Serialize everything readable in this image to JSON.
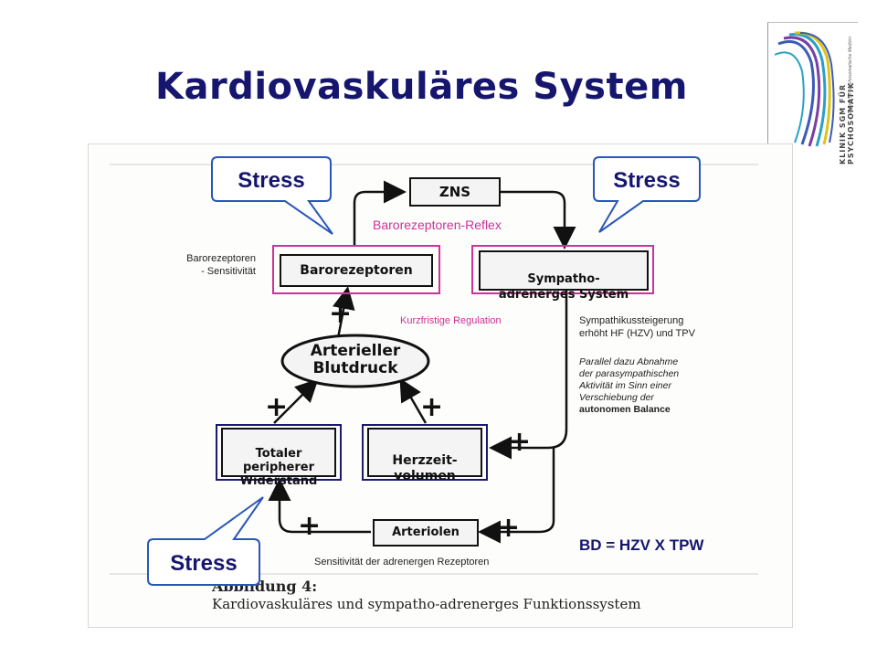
{
  "slide": {
    "title": "Kardiovaskuläres System",
    "logo": {
      "text": "KLINIK SGM FÜR PSYCHOSOMATIK",
      "subtext": "Zeitung für psychosomatische Medizin"
    }
  },
  "diagram": {
    "nodes": {
      "zns": "ZNS",
      "baro": "Barorezeptoren",
      "symp": "Sympatho-\nadrenerges System",
      "blood": "Arterieller\nBlutdruck",
      "tpw": "Totaler\nperipherer\nWiderstand",
      "hzv": "Herzzeit-\nvolumen",
      "arteriolen": "Arteriolen"
    },
    "labels": {
      "reflex": "Barorezeptoren-Reflex",
      "baro_sens": "Barorezeptoren\n- Sensitivität",
      "kurz": "Kurzfristige Regulation",
      "symp_text": "Sympathikussteigerung\nerhöht HF (HZV) und TPV",
      "parallel": "Parallel dazu Abnahme\nder parasympathischen\nAktivität im Sinn einer\nVerschiebung der",
      "parallel_bold": "autonomen Balance",
      "sens_adr": "Sensitivität der adrenergen Rezeptoren",
      "formula": "BD = HZV X TPW",
      "plus": "+"
    },
    "stress": [
      "Stress",
      "Stress",
      "Stress"
    ],
    "caption": {
      "line1": "Abbildung 4:",
      "line2": "Kardiovaskuläres und sympatho-adrenerges Funktionssystem"
    }
  },
  "colors": {
    "title": "#16166e",
    "pink": "#cc3399",
    "navy": "#1a1a6e",
    "callout_border": "#2a56b8"
  }
}
